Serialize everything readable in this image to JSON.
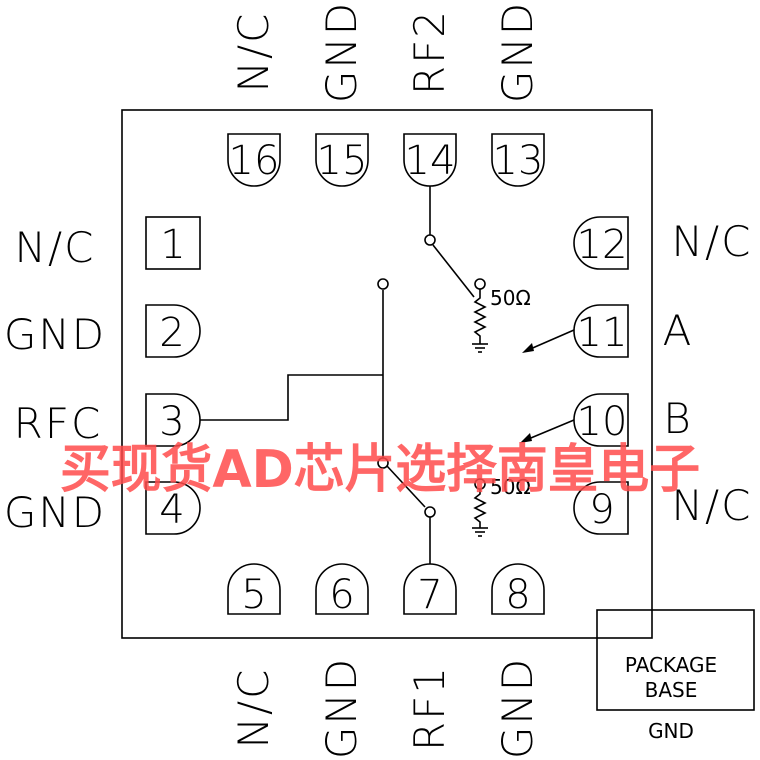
{
  "pins": [
    {
      "num": "1",
      "label": "N/C"
    },
    {
      "num": "2",
      "label": "GND"
    },
    {
      "num": "3",
      "label": "RFC"
    },
    {
      "num": "4",
      "label": "GND"
    },
    {
      "num": "5",
      "label": "N/C"
    },
    {
      "num": "6",
      "label": "GND"
    },
    {
      "num": "7",
      "label": "RF1"
    },
    {
      "num": "8",
      "label": "GND"
    },
    {
      "num": "9",
      "label": "N/C"
    },
    {
      "num": "10",
      "label": "B"
    },
    {
      "num": "11",
      "label": "A"
    },
    {
      "num": "12",
      "label": "N/C"
    },
    {
      "num": "13",
      "label": "GND"
    },
    {
      "num": "14",
      "label": "RF2"
    },
    {
      "num": "15",
      "label": "GND"
    },
    {
      "num": "16",
      "label": "N/C"
    }
  ],
  "terminations": {
    "upper": "50Ω",
    "lower": "50Ω"
  },
  "package_base": {
    "title_line1": "PACKAGE",
    "title_line2": "BASE",
    "gnd_label": "GND"
  },
  "watermark": "买现货AD芯片选择南皇电子"
}
